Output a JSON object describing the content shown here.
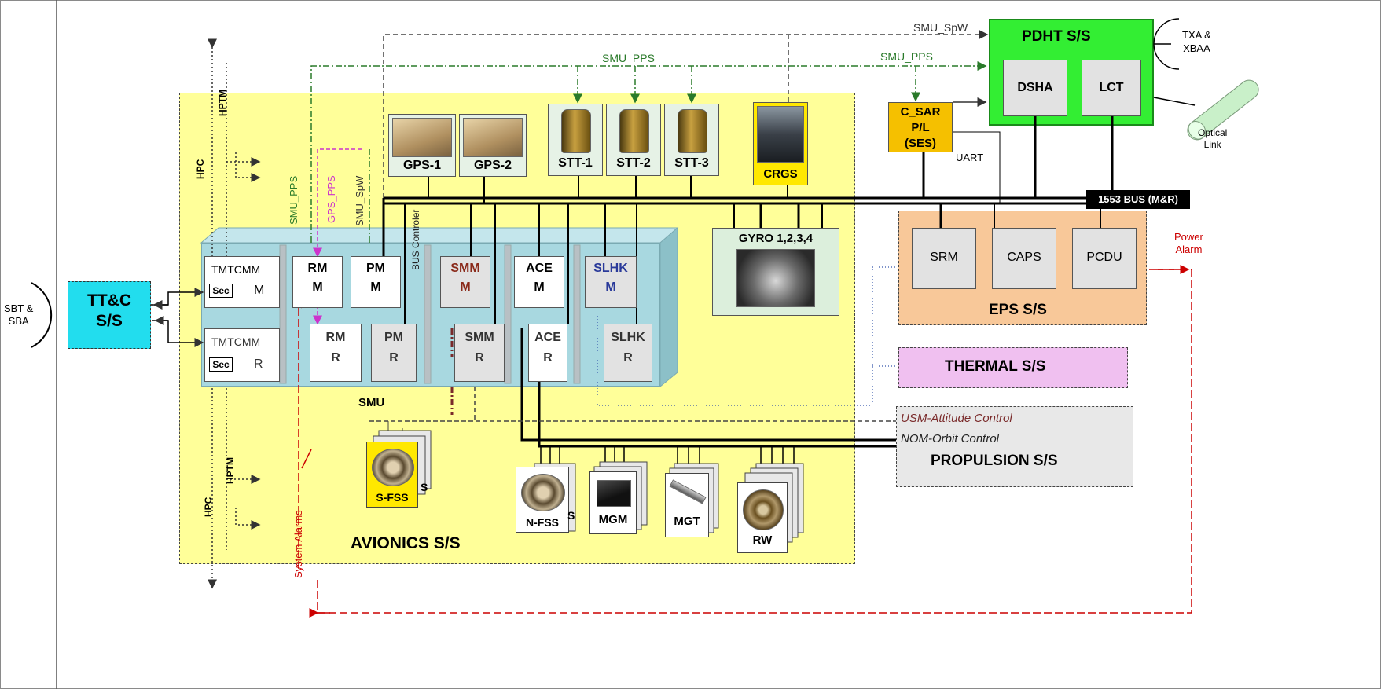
{
  "ground": {
    "sbt": "SBT &",
    "sba": "SBA"
  },
  "ttc": {
    "line1": "TT&C",
    "line2": "S/S"
  },
  "signals": {
    "smu_spw_top": "SMU_SpW",
    "smu_pps_top": "SMU_PPS",
    "smu_pps_right": "SMU_PPS",
    "hptm": "HPTM",
    "hpc": "HPC",
    "smu_pps_v": "SMU_PPS",
    "gps_pps_v": "GPS_PPS",
    "smu_spw_v": "SMU_SpW",
    "bus_controller": "BUS Controler",
    "uart": "UART",
    "system_alarms": "System Alarms",
    "power_alarm_1": "Power",
    "power_alarm_2": "Alarm"
  },
  "pdht": {
    "title": "PDHT S/S",
    "dsha": "DSHA",
    "lct": "LCT"
  },
  "txa": {
    "line1": "TXA &",
    "line2": "XBAA"
  },
  "optical": {
    "line1": "Optical",
    "line2": "Link"
  },
  "csar": {
    "line1": "C_SAR",
    "line2": "P/L",
    "line3": "(SES)"
  },
  "bus": {
    "label": "1553 BUS (M&R)"
  },
  "eps": {
    "title": "EPS S/S",
    "srm": "SRM",
    "caps": "CAPS",
    "pcdu": "PCDU"
  },
  "thermal": {
    "title": "THERMAL S/S"
  },
  "propulsion": {
    "usm": "USM-Attitude Control",
    "nom": "NOM-Orbit Control",
    "title": "PROPULSION S/S"
  },
  "avionics": {
    "title": "AVIONICS S/S",
    "smu": "SMU"
  },
  "sensors": {
    "gps1": "GPS-1",
    "gps2": "GPS-2",
    "stt1": "STT-1",
    "stt2": "STT-2",
    "stt3": "STT-3",
    "crgs": "CRGS",
    "gyro": "GYRO  1,2,3,4",
    "sfss": "S-FSS",
    "sfss_tail": "S",
    "nfss": "N-FSS",
    "nfss_tail": "S",
    "mgm": "MGM",
    "mgt": "MGT",
    "rw": "RW"
  },
  "modules": {
    "tmtcmm_m": "TMTCMM",
    "sec_m": "Sec",
    "m_m": "M",
    "tmtcmm_r": "TMTCMM",
    "sec_r": "Sec",
    "r_r": "R",
    "rm_m1": "RM",
    "rm_m2": "M",
    "pm_m1": "PM",
    "pm_m2": "M",
    "smm_m1": "SMM",
    "smm_m2": "M",
    "ace_m1": "ACE",
    "ace_m2": "M",
    "slhk_m1": "SLHK",
    "slhk_m2": "M",
    "rm_r1": "RM",
    "rm_r2": "R",
    "pm_r1": "PM",
    "pm_r2": "R",
    "smm_r1": "SMM",
    "smm_r2": "R",
    "ace_r1": "ACE",
    "ace_r2": "R",
    "slhk_r1": "SLHK",
    "slhk_r2": "R"
  },
  "colors": {
    "avionics_bg": "#ffff99",
    "smu_bg": "#a8d8e0",
    "ttc_bg": "#22ddee",
    "pdht_bg": "#33ee33",
    "eps_bg": "#f8c899",
    "thermal_bg": "#f0c0f0",
    "prop_bg": "#e8e8e8",
    "csar_bg": "#f5c000",
    "alarm": "#cc0000",
    "pps_green": "#2a7a2a",
    "gps_pps": "#cc33cc"
  }
}
